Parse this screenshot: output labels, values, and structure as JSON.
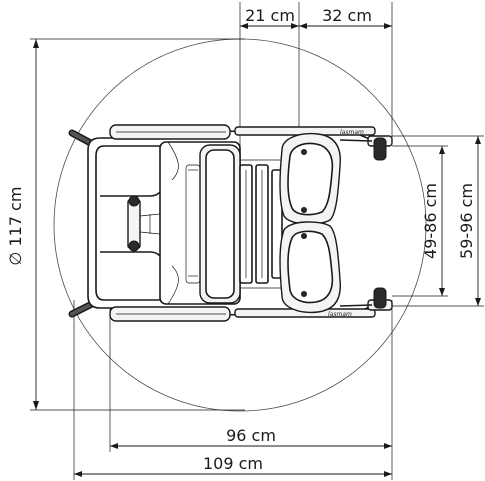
{
  "dimensions": {
    "turning_diameter": "∅ 117 cm",
    "offset_21": "21 cm",
    "offset_32": "32 cm",
    "inner_width": "49-86 cm",
    "outer_width": "59-96 cm",
    "length_96": "96 cm",
    "length_109": "109 cm"
  },
  "brand_marks": {
    "top_frame": "lasmam",
    "bottom_frame": "lasmam"
  },
  "colors": {
    "line": "#1a1a1a",
    "circle": "#4a4a4a",
    "fill": "#f4f4f4"
  }
}
